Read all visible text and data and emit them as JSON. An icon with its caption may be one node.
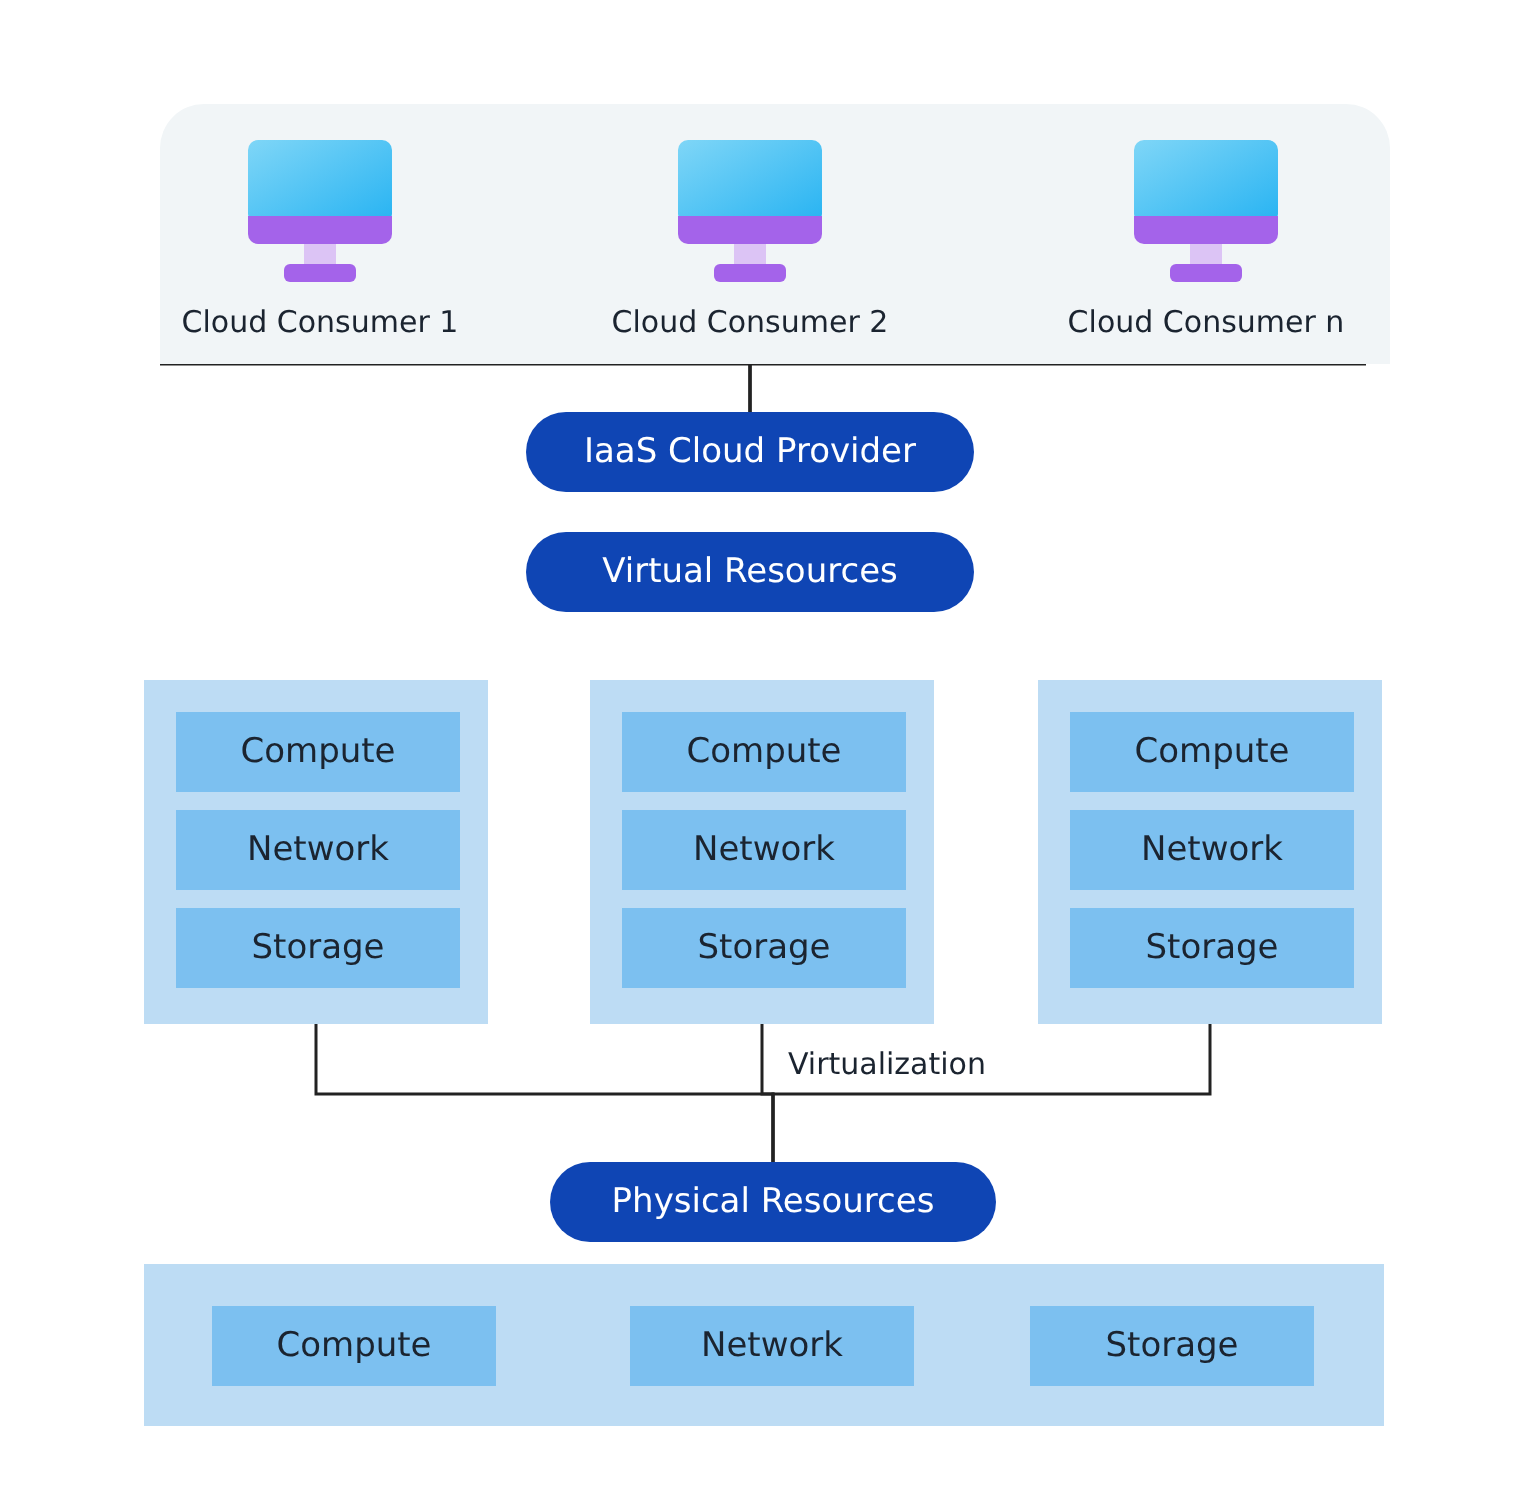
{
  "diagram": {
    "nodes": [
      {
        "text": [],
        "shape": "box"
      },
      {
        "text": [
          "Cloud Consumer 1"
        ],
        "in": 0
      },
      {
        "text": [
          "Cloud Consumer 2"
        ],
        "in": 0
      },
      {
        "text": [
          "Cloud Consumer n"
        ],
        "in": 0
      },
      {
        "text": [
          "IaaS Cloud Provider"
        ]
      },
      {
        "text": [
          "Virtual Resources"
        ]
      },
      {
        "text": [],
        "shape": "box"
      },
      {
        "text": [
          "Compute"
        ],
        "in": 6
      },
      {
        "text": [
          "Network"
        ],
        "in": 6
      },
      {
        "text": [
          "Storage"
        ],
        "in": 6
      },
      {
        "text": [],
        "shape": "box"
      },
      {
        "text": [
          "Compute"
        ],
        "in": 10
      },
      {
        "text": [
          "Network"
        ],
        "in": 10
      },
      {
        "text": [
          "Storage"
        ],
        "in": 10
      },
      {
        "text": [],
        "shape": "box"
      },
      {
        "text": [
          "Compute"
        ],
        "in": 14
      },
      {
        "text": [
          "Network"
        ],
        "in": 14
      },
      {
        "text": [
          "Storage"
        ],
        "in": 14
      },
      {
        "text": [
          "Physical Resources"
        ]
      },
      {
        "text": [],
        "shape": "box"
      },
      {
        "text": [
          "Compute"
        ],
        "in": 19
      },
      {
        "text": [
          "Network"
        ],
        "in": 19
      },
      {
        "text": [
          "Storage"
        ],
        "in": 19
      }
    ],
    "edges": [
      {
        "from": 1,
        "to": 4,
        "arrow": "none"
      },
      {
        "from": 2,
        "to": 4,
        "arrow": "none"
      },
      {
        "from": 3,
        "to": 4,
        "arrow": "none"
      },
      {
        "from": 6,
        "to": 18,
        "arrow": "none"
      },
      {
        "from": 10,
        "to": 18,
        "arrow": "none",
        "label": "Virtualization"
      },
      {
        "from": 14,
        "to": 18,
        "arrow": "none"
      }
    ]
  }
}
